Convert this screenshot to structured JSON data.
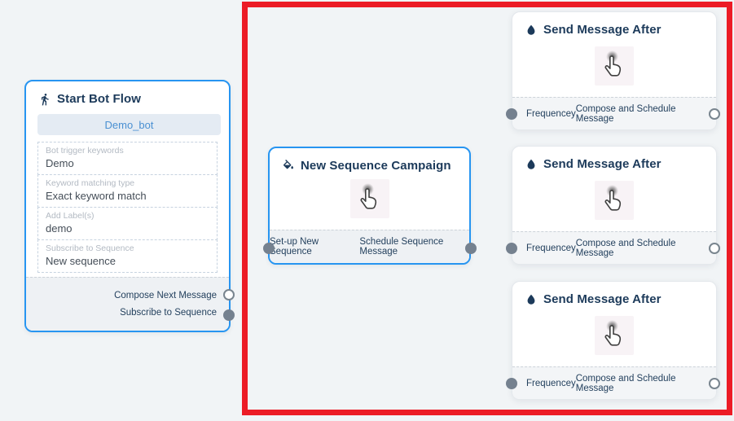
{
  "colors": {
    "canvas_bg": "#f1f4f6",
    "node_border_blue": "#2795f1",
    "node_border_neutral": "#e4e8ec",
    "title_navy": "#1c3a5a",
    "edge_gray": "#75818f",
    "arrow_navy": "#16324f",
    "red_highlight": "#ec1c26",
    "bot_button_bg": "#e4ebf3",
    "bot_button_text": "#4a90d2"
  },
  "start_node": {
    "icon": "walking-person-icon",
    "title": "Start Bot Flow",
    "bot_name_button": "Demo_bot",
    "fields": [
      {
        "label": "Bot trigger keywords",
        "value": "Demo"
      },
      {
        "label": "Keyword matching type",
        "value": "Exact keyword match"
      },
      {
        "label": "Add Label(s)",
        "value": "demo"
      },
      {
        "label": "Subscribe to Sequence",
        "value": "New sequence"
      }
    ],
    "outputs": [
      {
        "label": "Compose Next Message",
        "port_style": "open"
      },
      {
        "label": "Subscribe to Sequence",
        "port_style": "filled"
      }
    ]
  },
  "campaign_node": {
    "icon": "paint-bucket-icon",
    "title": "New Sequence Campaign",
    "body_icon": "tap-hand-cursor-icon",
    "footer_labels": [
      "Set-up New Sequence",
      "Schedule Sequence Message"
    ]
  },
  "send_nodes": [
    {
      "icon": "water-drop-icon",
      "title": "Send Message After",
      "body_icon": "tap-hand-cursor-icon",
      "input_label": "Frequencey",
      "output_label": "Compose and Schedule Message"
    },
    {
      "icon": "water-drop-icon",
      "title": "Send Message After",
      "body_icon": "tap-hand-cursor-icon",
      "input_label": "Frequencey",
      "output_label": "Compose and Schedule Message"
    },
    {
      "icon": "water-drop-icon",
      "title": "Send Message After",
      "body_icon": "tap-hand-cursor-icon",
      "input_label": "Frequencey",
      "output_label": "Compose and Schedule Message"
    }
  ]
}
